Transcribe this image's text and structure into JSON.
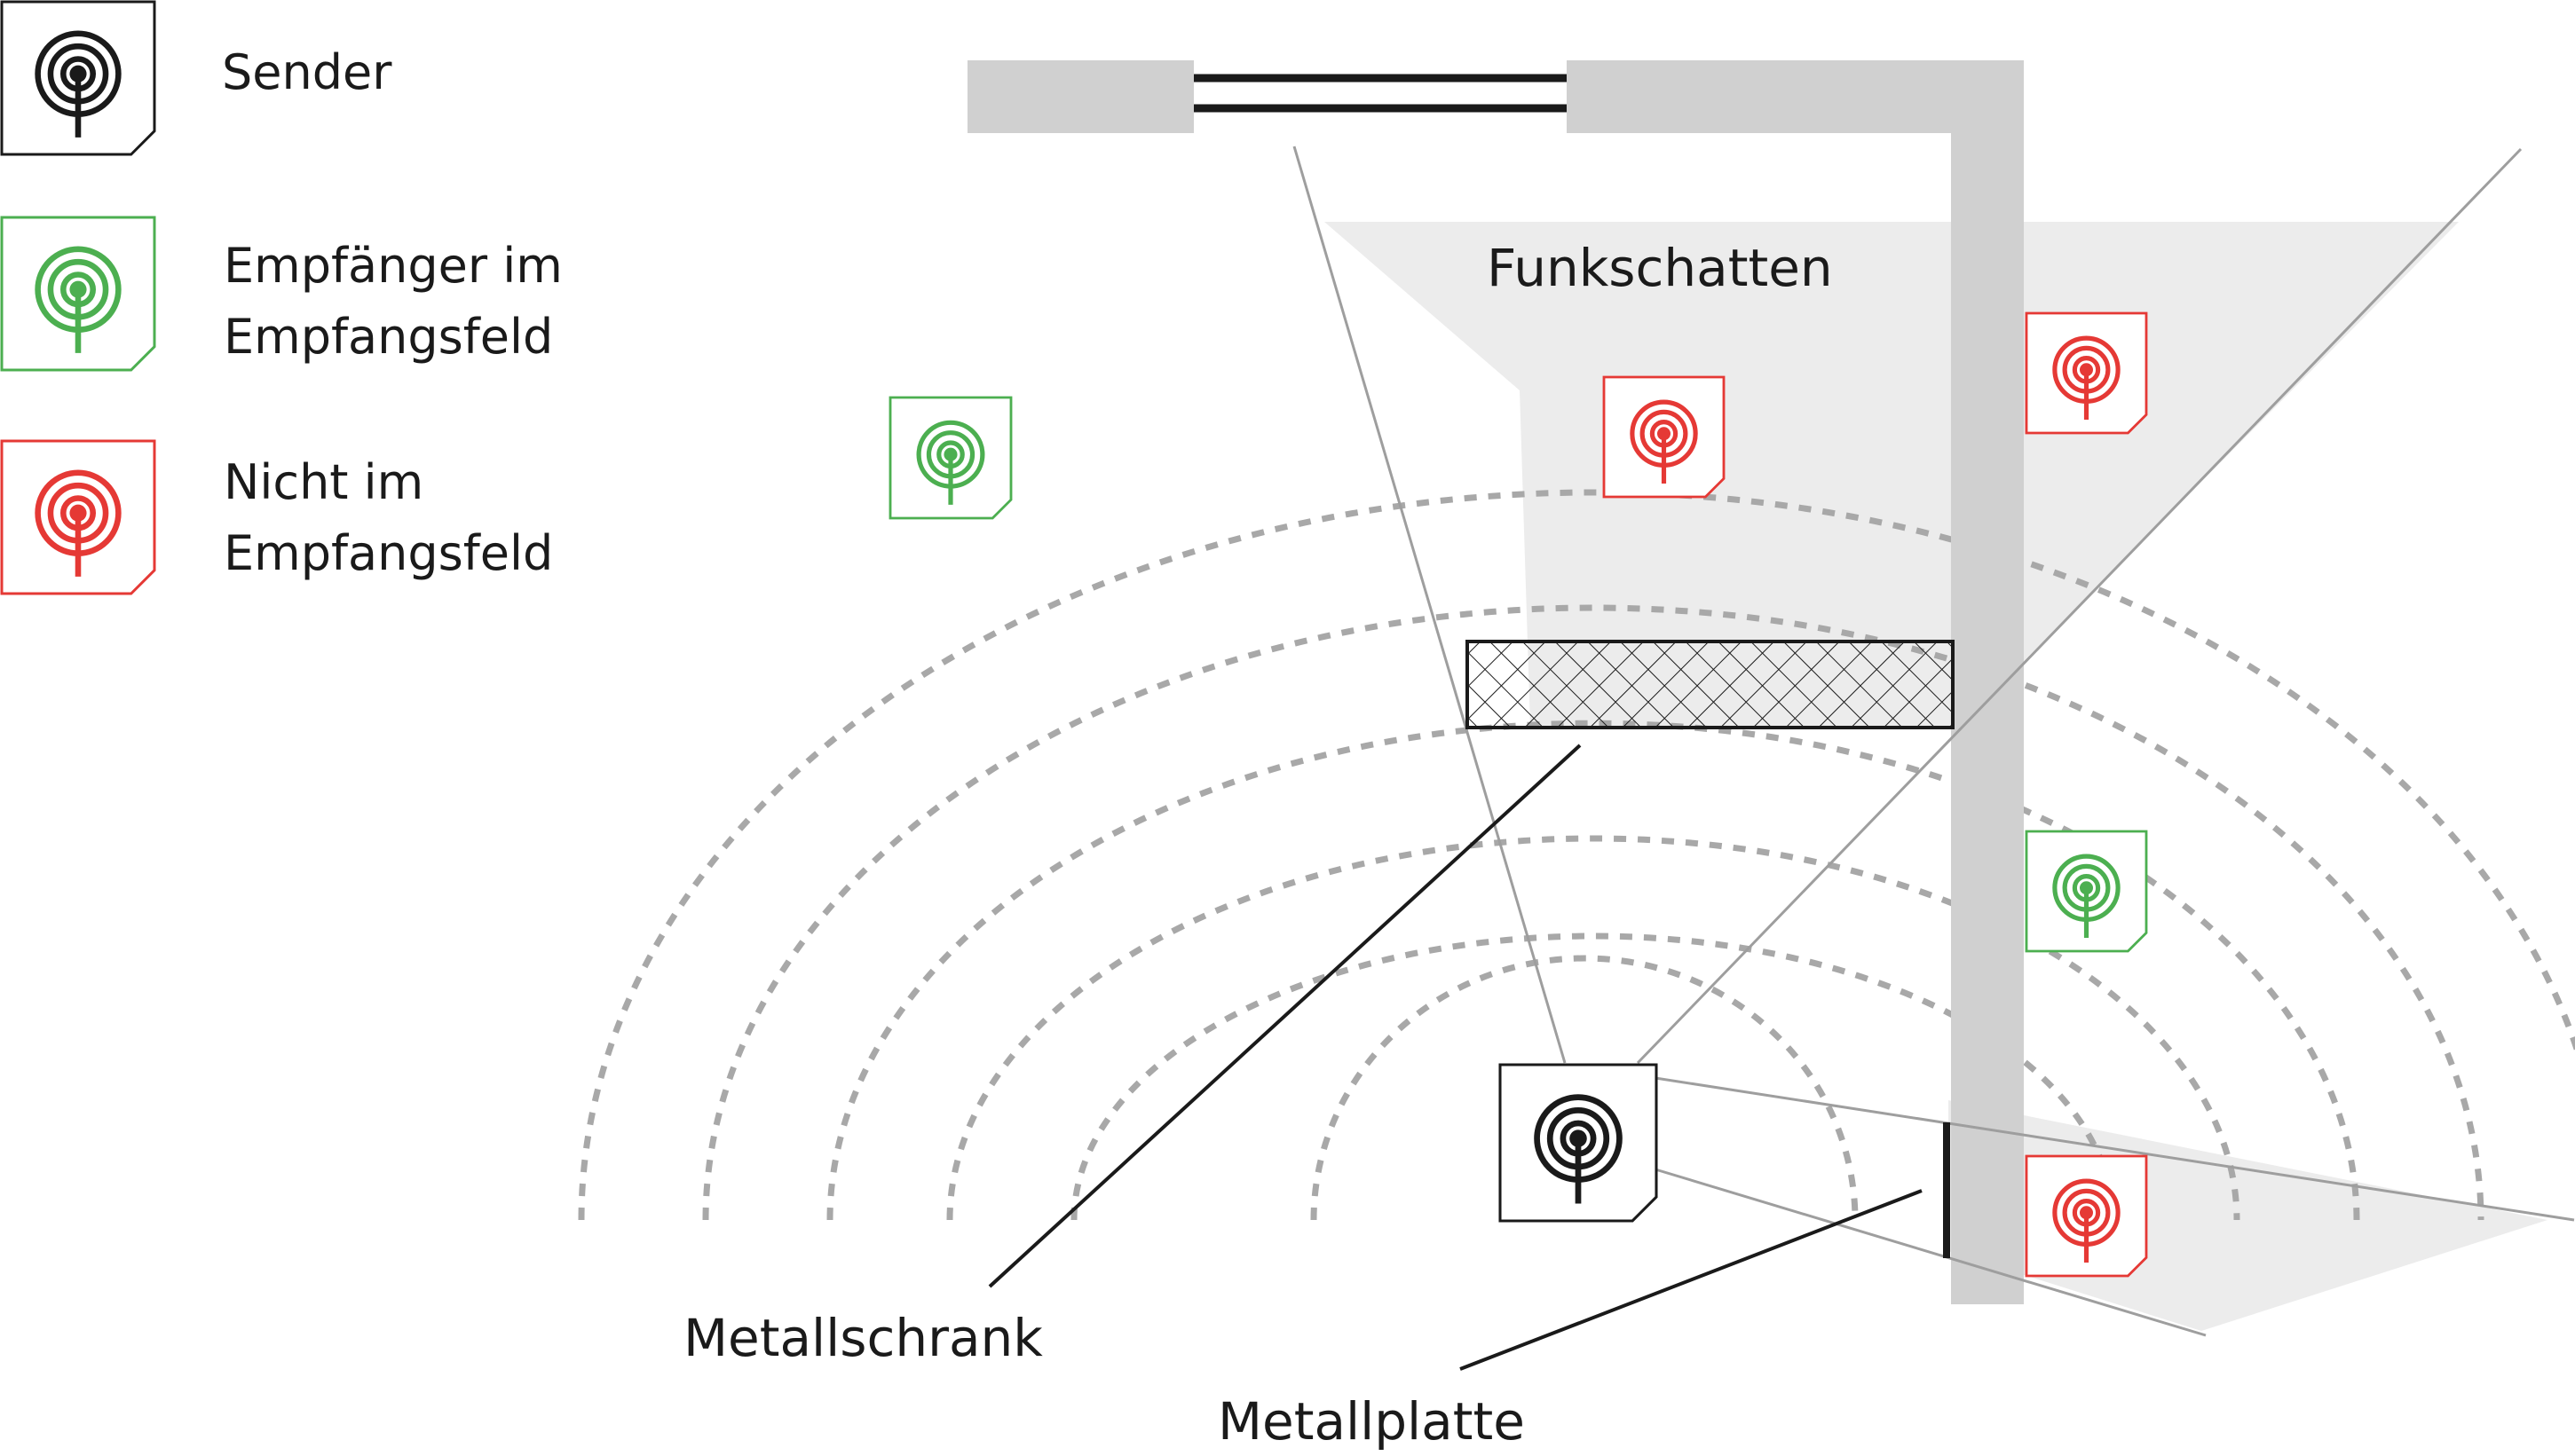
{
  "legend": {
    "sender": "Sender",
    "receiver_in_field": [
      "Empfänger im",
      "Empfangsfeld"
    ],
    "receiver_out_of_field": [
      "Nicht im",
      "Empfangsfeld"
    ]
  },
  "labels": {
    "radio_shadow": "Funkschatten",
    "metal_cabinet": "Metallschrank",
    "metal_plate": "Metallplatte"
  },
  "colors": {
    "sender": "#1a1a1a",
    "in_field": "#4caf50",
    "out_of_field": "#e53935",
    "shadow": "#ececec",
    "wall": "#d0d0d0",
    "waves": "#a8a8a8"
  },
  "icons": {
    "sender": "antenna-icon",
    "receiver": "antenna-icon"
  }
}
